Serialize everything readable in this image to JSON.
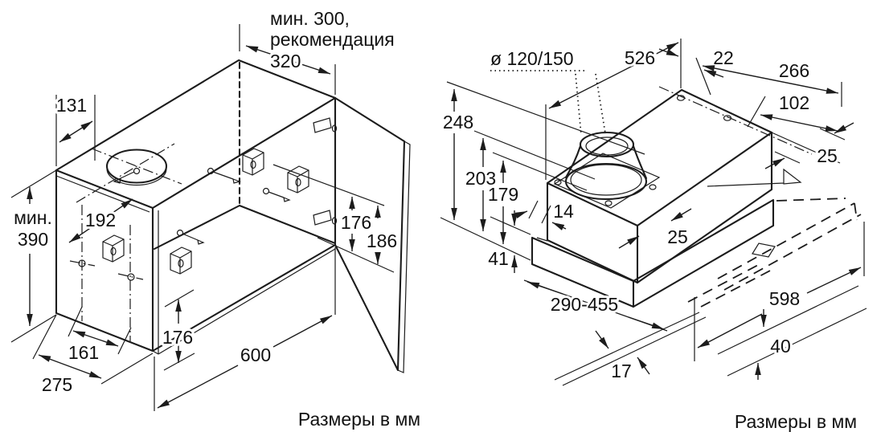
{
  "diagram_type": "appliance installation drawing, telescopic cooker hood",
  "left": {
    "caption": "Размеры в мм",
    "top_clearance_l1": "мин. 300,",
    "top_clearance_l2": "рекомендация",
    "top_clearance_l3": "320",
    "d131": "131",
    "min_height_l1": "мин.",
    "min_height_l2": "390",
    "d192": "192",
    "d161": "161",
    "d275": "275",
    "d176_front": "176",
    "d600": "600",
    "d176_door": "176",
    "d186_door": "186"
  },
  "right": {
    "caption": "Размеры в мм",
    "duct": "ø 120/150",
    "d526": "526",
    "d22": "22",
    "d266": "266",
    "d102": "102",
    "d25_top": "25",
    "d248": "248",
    "d203": "203",
    "d179": "179",
    "d14": "14",
    "d25_front": "25",
    "d41": "41",
    "d290_455": "290-455",
    "d17": "17",
    "d598": "598",
    "d40": "40"
  },
  "line_color": "#1c1c1c",
  "background": "#ffffff"
}
